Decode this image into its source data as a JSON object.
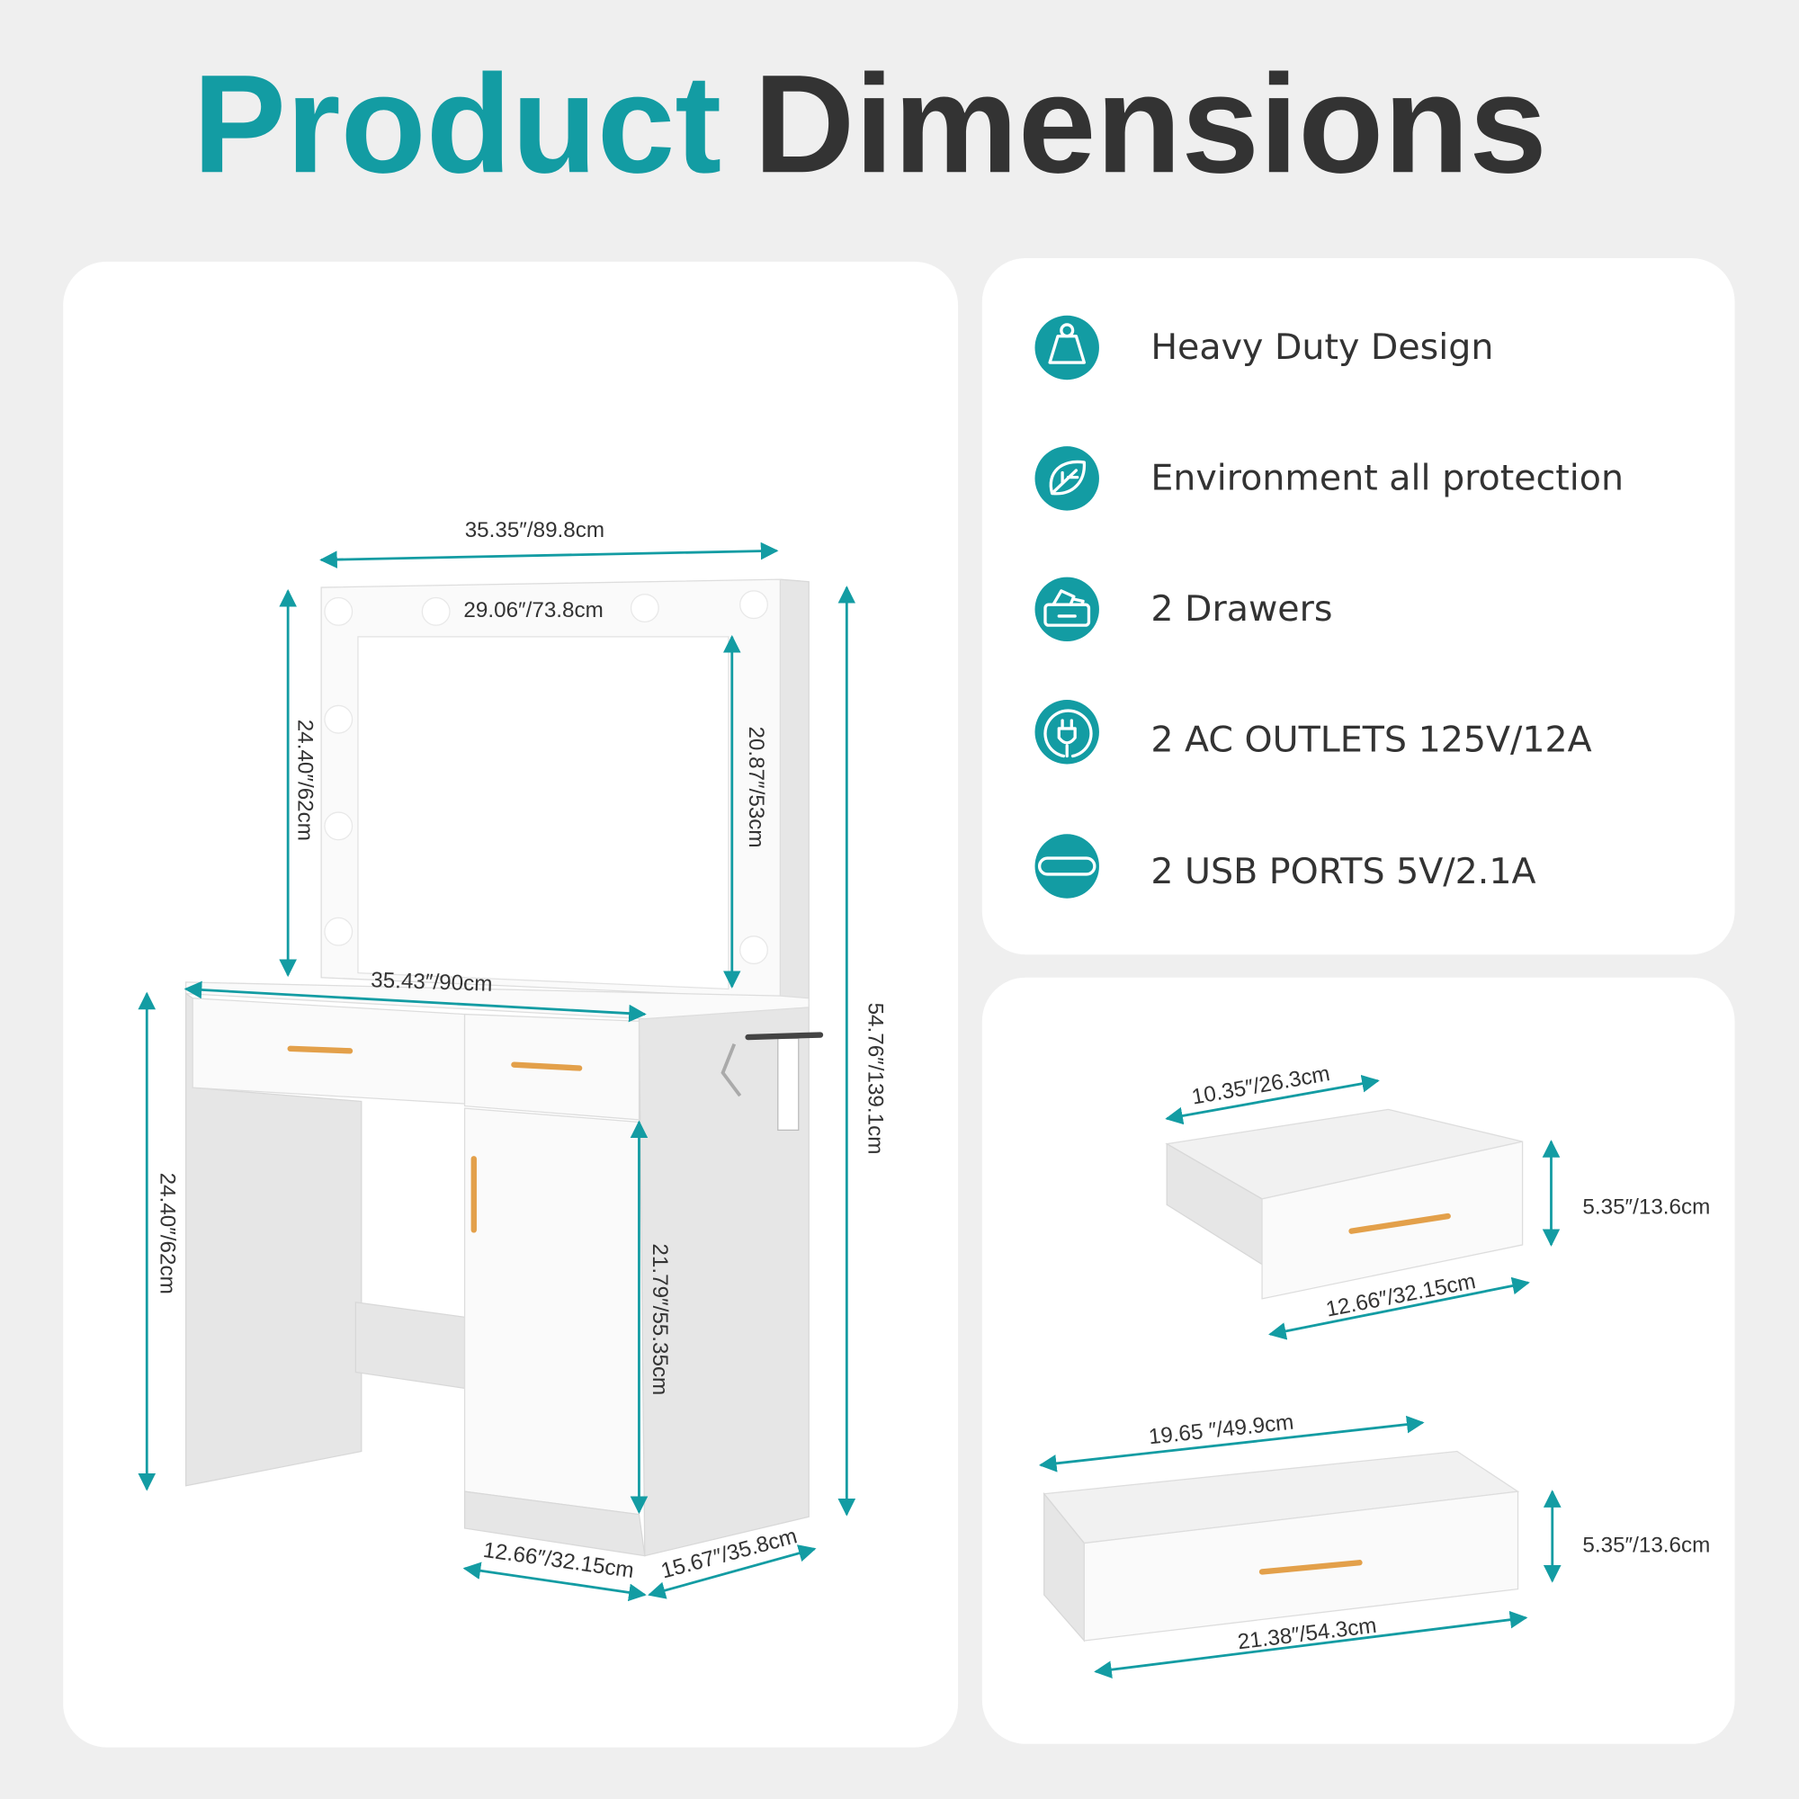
{
  "header": {
    "title_part1": "Product",
    "title_part2": "Dimensions"
  },
  "colors": {
    "accent": "#139ca3",
    "dark": "#333333",
    "background": "#efefef",
    "handle": "#e3a04a"
  },
  "features": [
    {
      "icon": "weight-icon",
      "label": "Heavy Duty Design"
    },
    {
      "icon": "leaf-icon",
      "label": "Environment all protection"
    },
    {
      "icon": "drawer-icon",
      "label": "2 Drawers"
    },
    {
      "icon": "plug-icon",
      "label": "2 AC OUTLETS 125V/12A"
    },
    {
      "icon": "usb-c-icon",
      "label": "2 USB PORTS 5V/2.1A"
    }
  ],
  "vanity": {
    "overall_width": "35.35″/89.8cm",
    "mirror_width": "29.06″/73.8cm",
    "frame_height": "24.40″/62cm",
    "mirror_height": "20.87″/53cm",
    "total_height": "54.76″/139.1cm",
    "desk_width": "35.43″/90cm",
    "desk_height": "24.40″/62cm",
    "cabinet_height": "21.79″/55.35cm",
    "cabinet_width": "12.66″/32.15cm",
    "depth": "15.67″/35.8cm"
  },
  "small_drawer": {
    "depth": "10.35″/26.3cm",
    "height": "5.35″/13.6cm",
    "width": "12.66″/32.15cm"
  },
  "large_drawer": {
    "depth": "19.65 ″/49.9cm",
    "height": "5.35″/13.6cm",
    "width": "21.38″/54.3cm"
  }
}
